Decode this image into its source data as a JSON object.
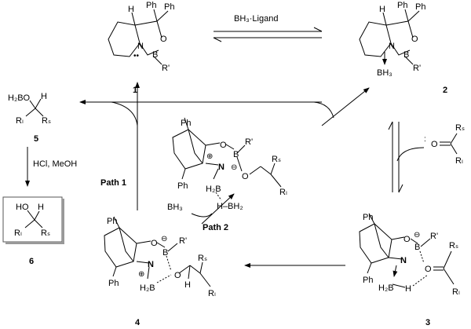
{
  "compounds": {
    "c1": {
      "number": "1",
      "H": "H",
      "Ph1": "Ph",
      "Ph2": "Ph",
      "O": "O",
      "N": "N",
      "B": "B",
      "R": "R'",
      "lone_pair": "••"
    },
    "c2": {
      "number": "2",
      "H": "H",
      "Ph1": "Ph",
      "Ph2": "Ph",
      "O": "O",
      "N": "N",
      "B": "B",
      "R": "R'",
      "BH3": "BH₃"
    },
    "c3": {
      "number": "3",
      "Ph1": "Ph",
      "Ph2": "Ph",
      "O": "O",
      "N": "N",
      "B": "B",
      "R": "R'",
      "minus": "⊖",
      "H2B": "H₂B",
      "H": "H",
      "O2": "O",
      "Rs": "Rₛ",
      "Rl": "Rₗ"
    },
    "c4": {
      "number": "4",
      "Ph1": "Ph",
      "Ph2": "Ph",
      "O": "O",
      "N": "N",
      "B": "B",
      "R": "R'",
      "minus": "⊖",
      "plus": "⊕",
      "H2B": "H₂B",
      "O2": "O",
      "H": "H",
      "Rs": "Rₛ",
      "Rl": "Rₗ"
    },
    "c5": {
      "number": "5",
      "H2BO": "H₂BO",
      "H": "H",
      "Rl": "Rₗ",
      "Rs": "Rₛ"
    },
    "c6": {
      "number": "6",
      "HO": "HO",
      "H": "H",
      "Rl": "Rₗ",
      "Rs": "Rₛ"
    },
    "mid": {
      "Ph1": "Ph",
      "Ph2": "Ph",
      "O": "O",
      "N": "N",
      "B": "B",
      "R": "R'",
      "minus": "⊖",
      "plus": "⊕",
      "H2B": "H₂B",
      "HBH2": "H–BH₂",
      "O2": "O",
      "Rs": "Rₛ",
      "Rl": "Rₗ"
    },
    "ketone": {
      "O": "O",
      "Rs": "Rₛ",
      "Rl": "Rₗ"
    }
  },
  "reagents": {
    "bh3_ligand": "BH₃·Ligand",
    "hcl_meoh": "HCl, MeOH",
    "bh3": "BH₃"
  },
  "paths": {
    "path1": "Path 1",
    "path2": "Path 2"
  }
}
